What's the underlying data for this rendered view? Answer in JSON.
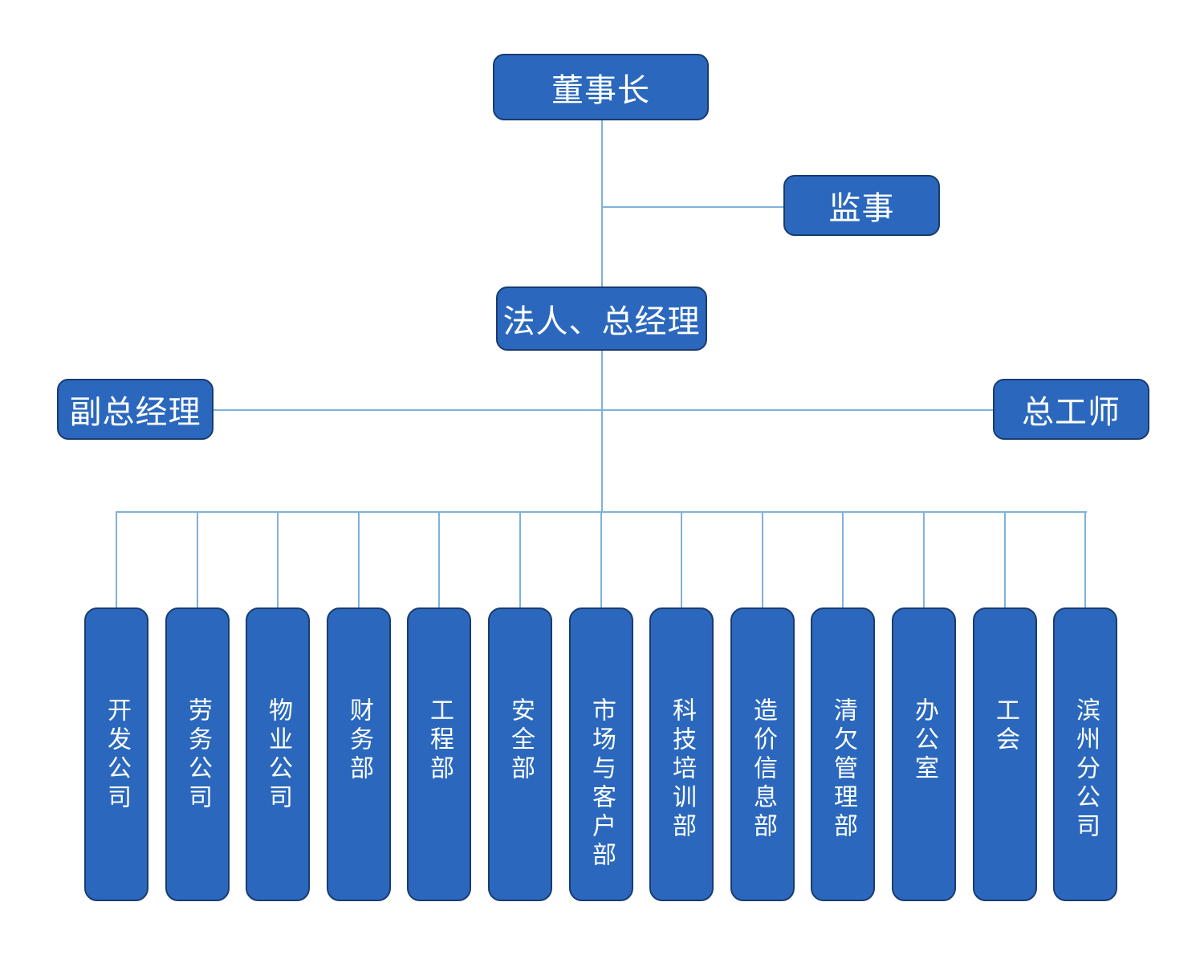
{
  "chairman": {
    "label": "董事长"
  },
  "supervisor": {
    "label": "监事"
  },
  "general_manager": {
    "label": "法人、总经理"
  },
  "deputy_gm": {
    "label": "副总经理"
  },
  "chief_engineer": {
    "label": "总工师"
  },
  "departments": [
    {
      "label": "开发公司"
    },
    {
      "label": "劳务公司"
    },
    {
      "label": "物业公司"
    },
    {
      "label": "财务部"
    },
    {
      "label": "工程部"
    },
    {
      "label": "安全部"
    },
    {
      "label": "市场与客户部"
    },
    {
      "label": "科技培训部"
    },
    {
      "label": "造价信息部"
    },
    {
      "label": "清欠管理部"
    },
    {
      "label": "办公室"
    },
    {
      "label": "工会"
    },
    {
      "label": "滨州分公司"
    }
  ],
  "colors": {
    "box_fill": "#2b68bd",
    "box_border": "#193c6e",
    "connector": "#7fb2da",
    "text": "#ffffff"
  }
}
